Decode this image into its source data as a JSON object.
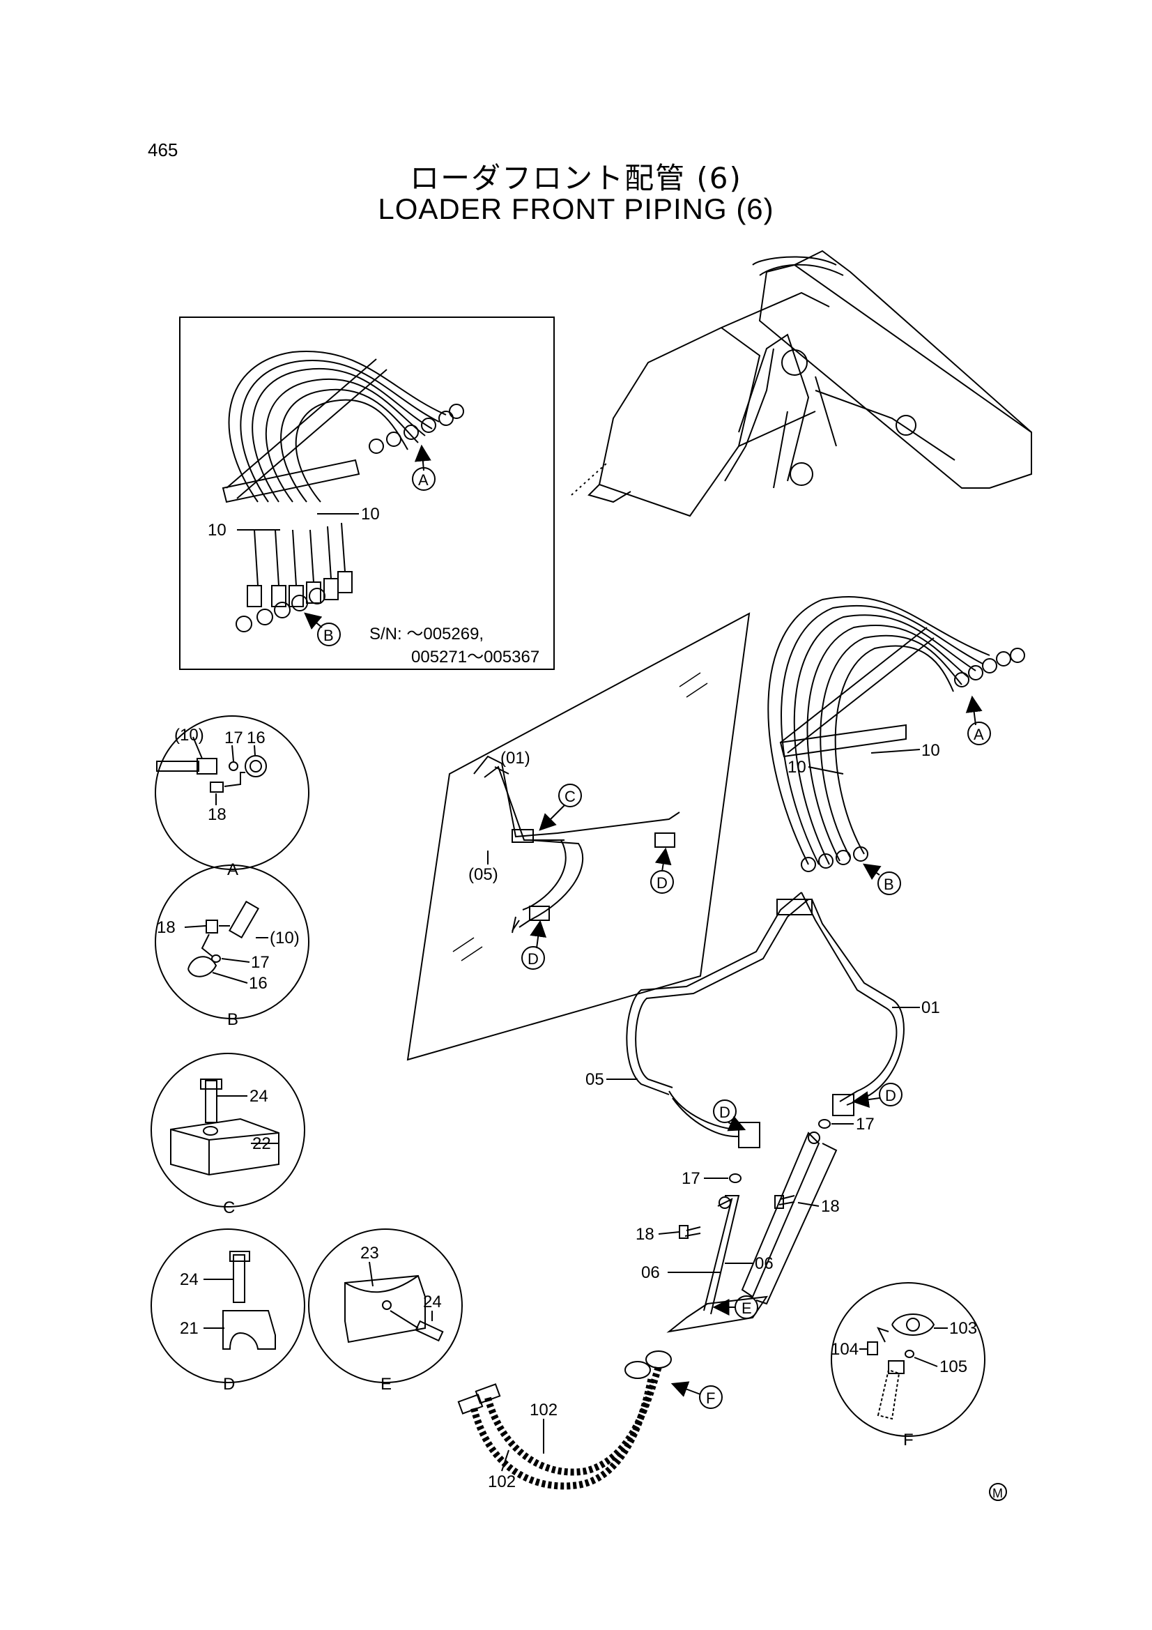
{
  "page": {
    "number": "465",
    "title_jp": "ローダフロント配管 (6)",
    "title_en": "LOADER FRONT PIPING (6)",
    "mark": "M"
  },
  "inset": {
    "serial_line1": "S/N: ～005269,",
    "serial_line2": "005271～005367",
    "labels": [
      "10",
      "10"
    ],
    "callouts": [
      "A",
      "B"
    ]
  },
  "main": {
    "callouts": [
      "A",
      "B",
      "C",
      "D",
      "D",
      "D",
      "D",
      "E",
      "F"
    ],
    "parts": [
      "10",
      "10",
      "01",
      "05",
      "(01)",
      "(05)",
      "17",
      "17",
      "18",
      "18",
      "06",
      "06",
      "102",
      "102"
    ]
  },
  "details": [
    {
      "letter": "A",
      "labels": [
        "(10)",
        "17",
        "16",
        "18"
      ]
    },
    {
      "letter": "B",
      "labels": [
        "18",
        "(10)",
        "17",
        "16"
      ]
    },
    {
      "letter": "C",
      "labels": [
        "24",
        "22"
      ]
    },
    {
      "letter": "D",
      "labels": [
        "24",
        "21"
      ]
    },
    {
      "letter": "E",
      "labels": [
        "23",
        "24"
      ]
    },
    {
      "letter": "F",
      "labels": [
        "103",
        "104",
        "105"
      ]
    }
  ]
}
